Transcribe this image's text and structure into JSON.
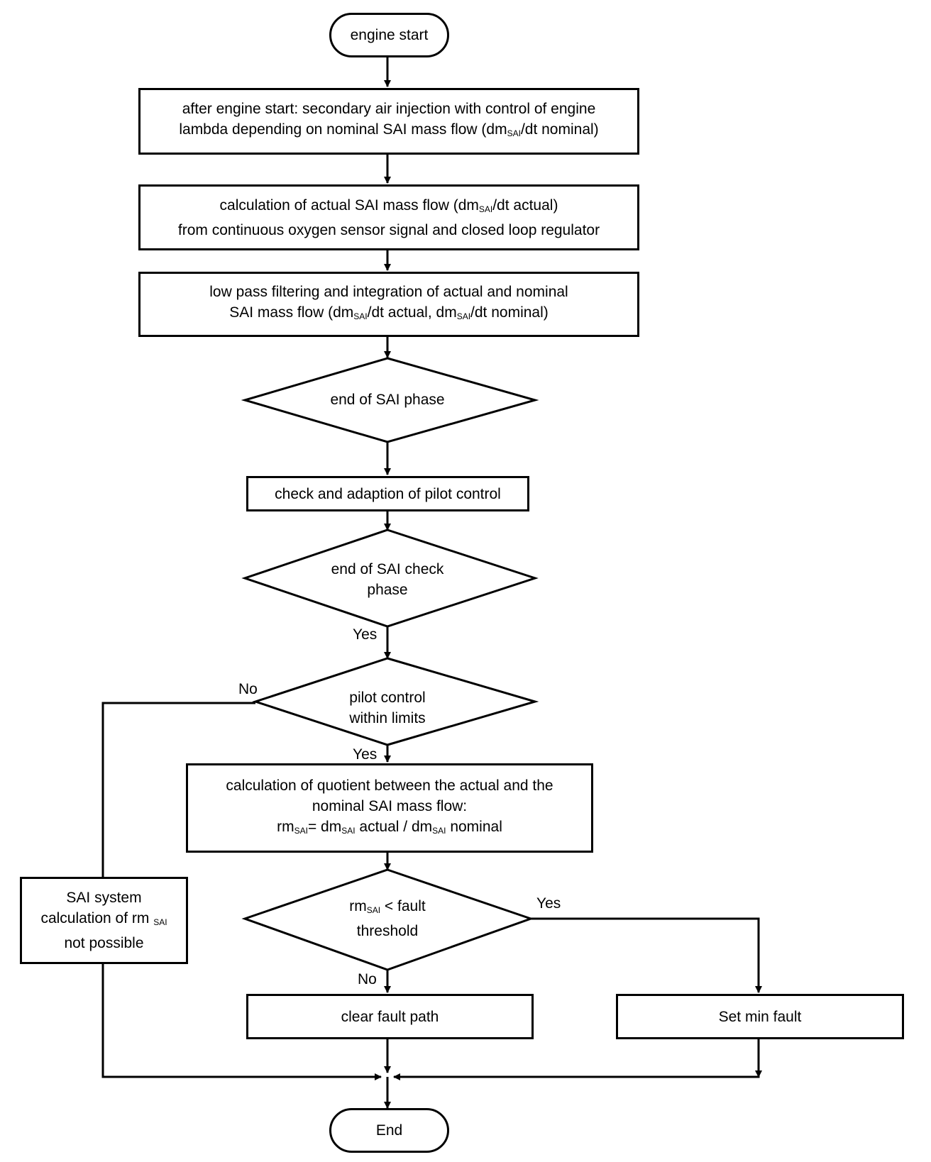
{
  "start": "engine start",
  "step1": {
    "line1": "after engine start: secondary air injection with control of engine",
    "line2_pre": "lambda depending on nominal SAI mass flow (dm",
    "line2_sub": "SAI",
    "line2_post": "/dt nominal)"
  },
  "step2": {
    "line1_pre": "calculation of actual SAI mass flow (dm",
    "line1_sub": "SAI",
    "line1_post": "/dt actual)",
    "line2": "from continuous oxygen sensor  signal and closed loop regulator"
  },
  "step3": {
    "line1": "low pass filtering and integration of actual and nominal",
    "line2_a": "SAI mass flow (dm",
    "line2_sub1": "SAI",
    "line2_b": "/dt actual, dm",
    "line2_sub2": "SAI",
    "line2_c": "/dt nominal)"
  },
  "decision1": "end of SAI phase",
  "step4": "check and adaption of pilot control",
  "decision2": {
    "line1": "end of SAI check",
    "line2": "phase"
  },
  "decision3": {
    "line1": "pilot control",
    "line2": "within limits"
  },
  "step5": {
    "line1": "calculation of quotient between the actual and the",
    "line2": "nominal SAI mass flow:",
    "line3_a": "rm",
    "line3_sub1": "SAI",
    "line3_b": "= dm",
    "line3_sub2": "SAI",
    "line3_c": " actual / dm",
    "line3_sub3": "SAI",
    "line3_d": " nominal"
  },
  "decision4": {
    "line1_pre": "rm",
    "line1_sub": "SAI",
    "line1_post": " < fault",
    "line2": "threshold"
  },
  "side_box": {
    "line1": "SAI system",
    "line2_pre": "calculation of rm ",
    "line2_sub": "SAI",
    "line3": "not possible"
  },
  "clear_fault": "clear fault path",
  "set_fault": "Set min fault",
  "end": "End",
  "labels": {
    "yes1": "Yes",
    "no1": "No",
    "yes2": "Yes",
    "yes3": "Yes",
    "no3": "No"
  }
}
